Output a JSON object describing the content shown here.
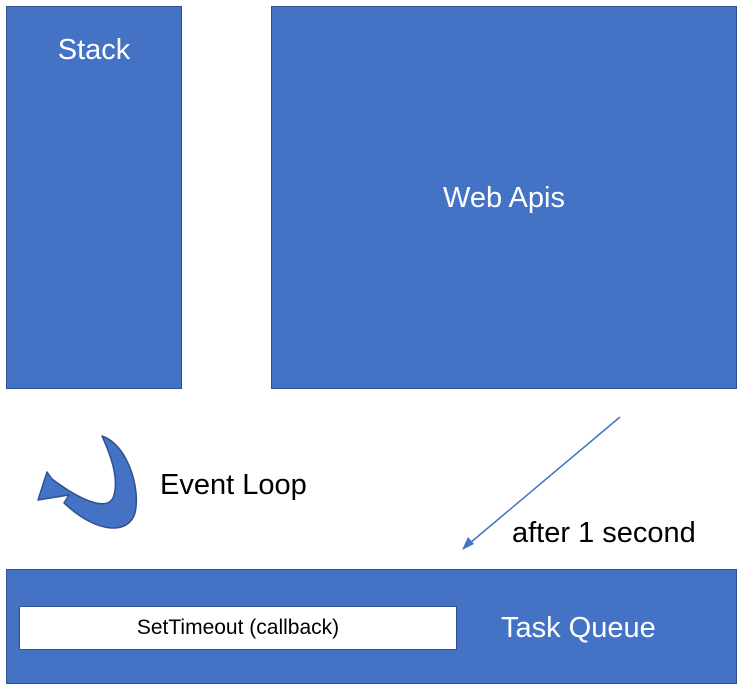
{
  "stack": {
    "label": "Stack"
  },
  "web_apis": {
    "label": "Web Apis"
  },
  "task_queue": {
    "label": "Task Queue",
    "items": [
      "SetTimeout (callback)"
    ]
  },
  "event_loop": {
    "label": "Event Loop"
  },
  "timer_arrow": {
    "label": "after 1 second"
  },
  "colors": {
    "box_fill": "#4472c4",
    "box_border": "#2f528f",
    "box_text": "#ffffff",
    "arrow": "#4472c4"
  }
}
